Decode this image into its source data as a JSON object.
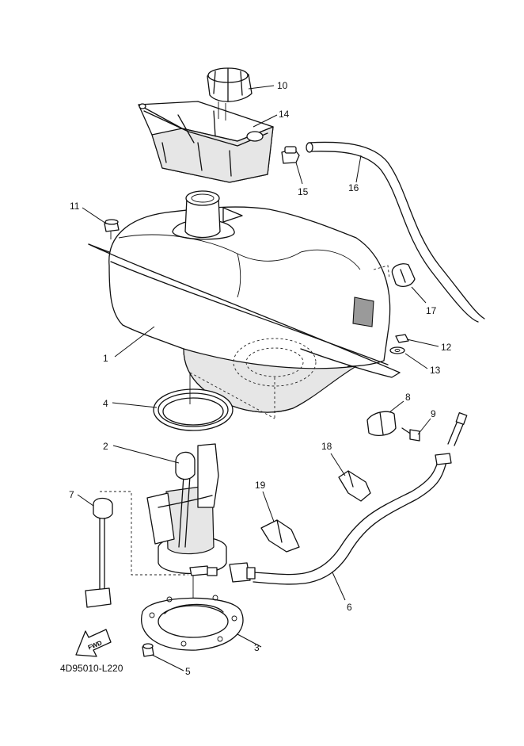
{
  "callouts": [
    {
      "id": "c1",
      "label": "1"
    },
    {
      "id": "c2",
      "label": "2"
    },
    {
      "id": "c3",
      "label": "3"
    },
    {
      "id": "c4",
      "label": "4"
    },
    {
      "id": "c5",
      "label": "5"
    },
    {
      "id": "c6",
      "label": "6"
    },
    {
      "id": "c7",
      "label": "7"
    },
    {
      "id": "c8",
      "label": "8"
    },
    {
      "id": "c9",
      "label": "9"
    },
    {
      "id": "c10",
      "label": "10"
    },
    {
      "id": "c11",
      "label": "11"
    },
    {
      "id": "c12",
      "label": "12"
    },
    {
      "id": "c13",
      "label": "13"
    },
    {
      "id": "c14",
      "label": "14"
    },
    {
      "id": "c15",
      "label": "15"
    },
    {
      "id": "c16",
      "label": "16"
    },
    {
      "id": "c17",
      "label": "17"
    },
    {
      "id": "c18",
      "label": "18"
    },
    {
      "id": "c19",
      "label": "19"
    }
  ],
  "fwd_label": "FWD",
  "drawing_code": "4D95010-L220"
}
